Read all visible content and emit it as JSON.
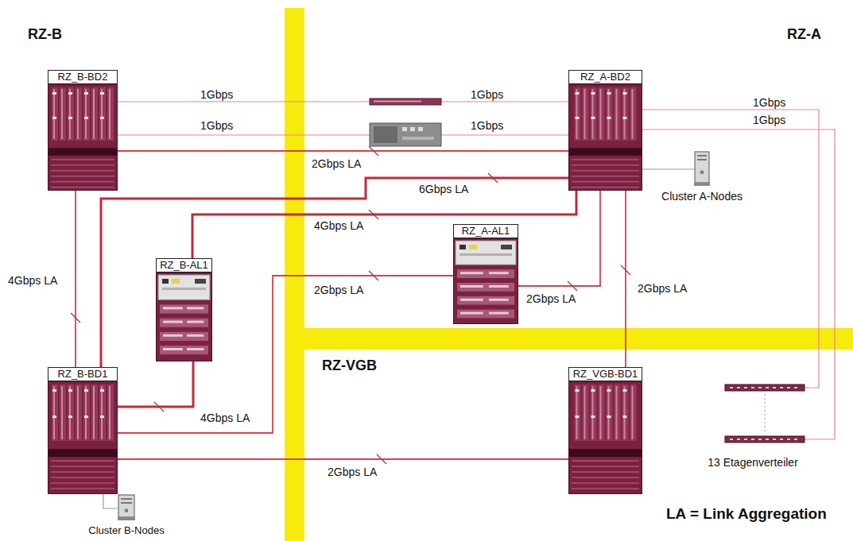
{
  "diagram": {
    "nodes": [
      {
        "text": [
          "RZ_B-BD2"
        ]
      },
      {
        "text": [
          "RZ_A-BD2"
        ]
      },
      {
        "text": [
          "Cluster A-Nodes"
        ]
      },
      {
        "text": [
          "RZ_B-AL1"
        ]
      },
      {
        "text": [
          "RZ_A-AL1"
        ]
      },
      {
        "text": [
          "RZ_B-BD1"
        ]
      },
      {
        "text": [
          "RZ_VGB-BD1"
        ]
      },
      {
        "text": [
          "13 Etagenverteiler"
        ]
      },
      {
        "text": [
          "Cluster B-Nodes"
        ]
      }
    ],
    "edges": [
      {
        "from": 0,
        "to": 1,
        "arrow": "none",
        "label": "1Gbps"
      },
      {
        "from": 0,
        "to": 1,
        "arrow": "none",
        "label": "1Gbps"
      },
      {
        "from": 0,
        "to": 1,
        "arrow": "none",
        "label": "2Gbps LA"
      },
      {
        "from": 5,
        "to": 1,
        "arrow": "none",
        "label": "6Gbps LA"
      },
      {
        "from": 3,
        "to": 1,
        "arrow": "none",
        "label": "4Gbps LA"
      },
      {
        "from": 5,
        "to": 4,
        "arrow": "none",
        "label": "2Gbps LA"
      },
      {
        "from": 4,
        "to": 1,
        "arrow": "none",
        "label": "2Gbps LA"
      },
      {
        "from": 6,
        "to": 1,
        "arrow": "none",
        "label": "2Gbps LA"
      },
      {
        "from": 0,
        "to": 5,
        "arrow": "none",
        "label": "4Gbps LA"
      },
      {
        "from": 5,
        "to": 3,
        "arrow": "none",
        "label": "4Gbps LA"
      },
      {
        "from": 5,
        "to": 6,
        "arrow": "none",
        "label": "2Gbps LA"
      },
      {
        "from": 1,
        "to": 7,
        "arrow": "none",
        "label": "1Gbps"
      },
      {
        "from": 1,
        "to": 7,
        "arrow": "none",
        "label": "1Gbps"
      },
      {
        "from": 1,
        "to": 2,
        "arrow": "none"
      },
      {
        "from": 5,
        "to": 8,
        "arrow": "none"
      }
    ],
    "labels": [
      "RZ-B",
      "RZ-A",
      "RZ-VGB",
      "1Gbps",
      "1Gbps",
      "LA = Link Aggregation"
    ]
  }
}
